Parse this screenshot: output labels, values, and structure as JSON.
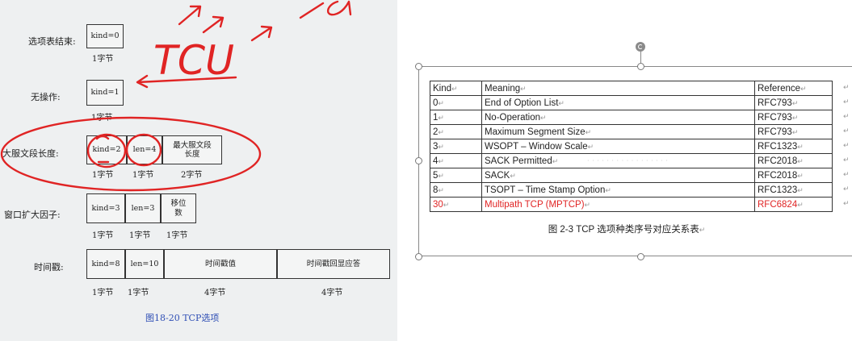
{
  "scan": {
    "rows": [
      {
        "label": "选项表结束:",
        "fields": [
          "kind=0"
        ],
        "sizes": [
          "1字节"
        ]
      },
      {
        "label": "无操作:",
        "fields": [
          "kind=1"
        ],
        "sizes": [
          "1字节"
        ]
      },
      {
        "label": "大服文段长度:",
        "fields": [
          "kind=2",
          "len=4",
          "最大服文段长度"
        ],
        "sizes": [
          "1字节",
          "1字节",
          "2字节"
        ]
      },
      {
        "label": "窗口扩大因子:",
        "fields": [
          "kind=3",
          "len=3",
          "移位数"
        ],
        "sizes": [
          "1字节",
          "1字节",
          "1字节"
        ]
      },
      {
        "label": "时间戳:",
        "fields": [
          "kind=8",
          "len=10",
          "时间戳值",
          "时间戳回显应答"
        ],
        "sizes": [
          "1字节",
          "1字节",
          "4字节",
          "4字节"
        ]
      }
    ],
    "caption": "图18-20 TCP选项",
    "handwriting": "TCU",
    "ink_color": "#e02424"
  },
  "doc": {
    "table": {
      "headers": [
        "Kind",
        "Meaning",
        "Reference"
      ],
      "rows": [
        [
          "0",
          "End of Option List",
          "RFC793"
        ],
        [
          "1",
          "No-Operation",
          "RFC793"
        ],
        [
          "2",
          "Maximum Segment Size",
          "RFC793"
        ],
        [
          "3",
          "WSOPT – Window Scale",
          "RFC1323"
        ],
        [
          "4",
          "SACK Permitted",
          "RFC2018"
        ],
        [
          "5",
          "SACK",
          "RFC2018"
        ],
        [
          "8",
          "TSOPT – Time Stamp Option",
          "RFC1323"
        ],
        [
          "30",
          "Multipath TCP (MPTCP)",
          "RFC6824"
        ]
      ],
      "highlight_row": 7,
      "highlight_color": "#e02424"
    },
    "caption": "图 2-3 TCP 选项种类序号对应关系表",
    "paragraph_mark": "↵"
  }
}
